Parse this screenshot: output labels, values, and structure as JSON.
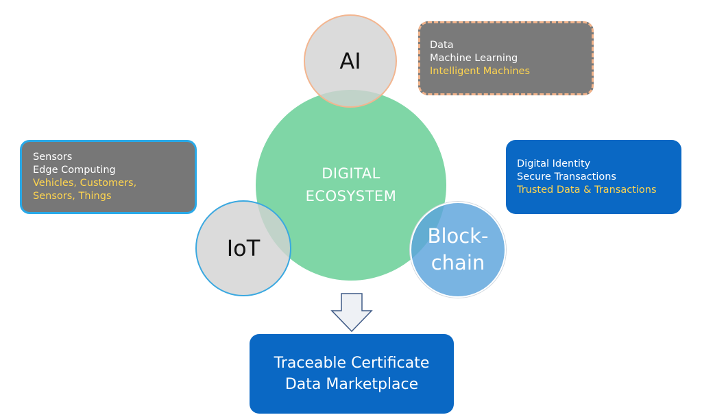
{
  "center": {
    "line1": "DIGITAL",
    "line2": "ECOSYSTEM"
  },
  "ai": {
    "label": "AI",
    "items": [
      "Data",
      "Machine Learning"
    ],
    "highlight": "Intelligent Machines"
  },
  "iot": {
    "label": "IoT",
    "items": [
      "Sensors",
      "Edge Computing"
    ],
    "highlights": [
      "Vehicles, Customers,",
      "Sensors, Things"
    ]
  },
  "blockchain": {
    "label_line1": "Block-",
    "label_line2": "chain",
    "items": [
      "Digital Identity",
      "Secure Transactions"
    ],
    "highlight": "Trusted Data & Transactions"
  },
  "result": {
    "line1": "Traceable Certificate",
    "line2": "Data Marketplace"
  },
  "colors": {
    "center": "#7fd6a6",
    "bubble_gray": "#d2d2d2",
    "blue": "#0a68c4",
    "light_blue": "#5ba3dc",
    "highlight_text": "#ffd54f",
    "ai_border": "#f0b28a",
    "iot_border": "#29a9e8"
  }
}
